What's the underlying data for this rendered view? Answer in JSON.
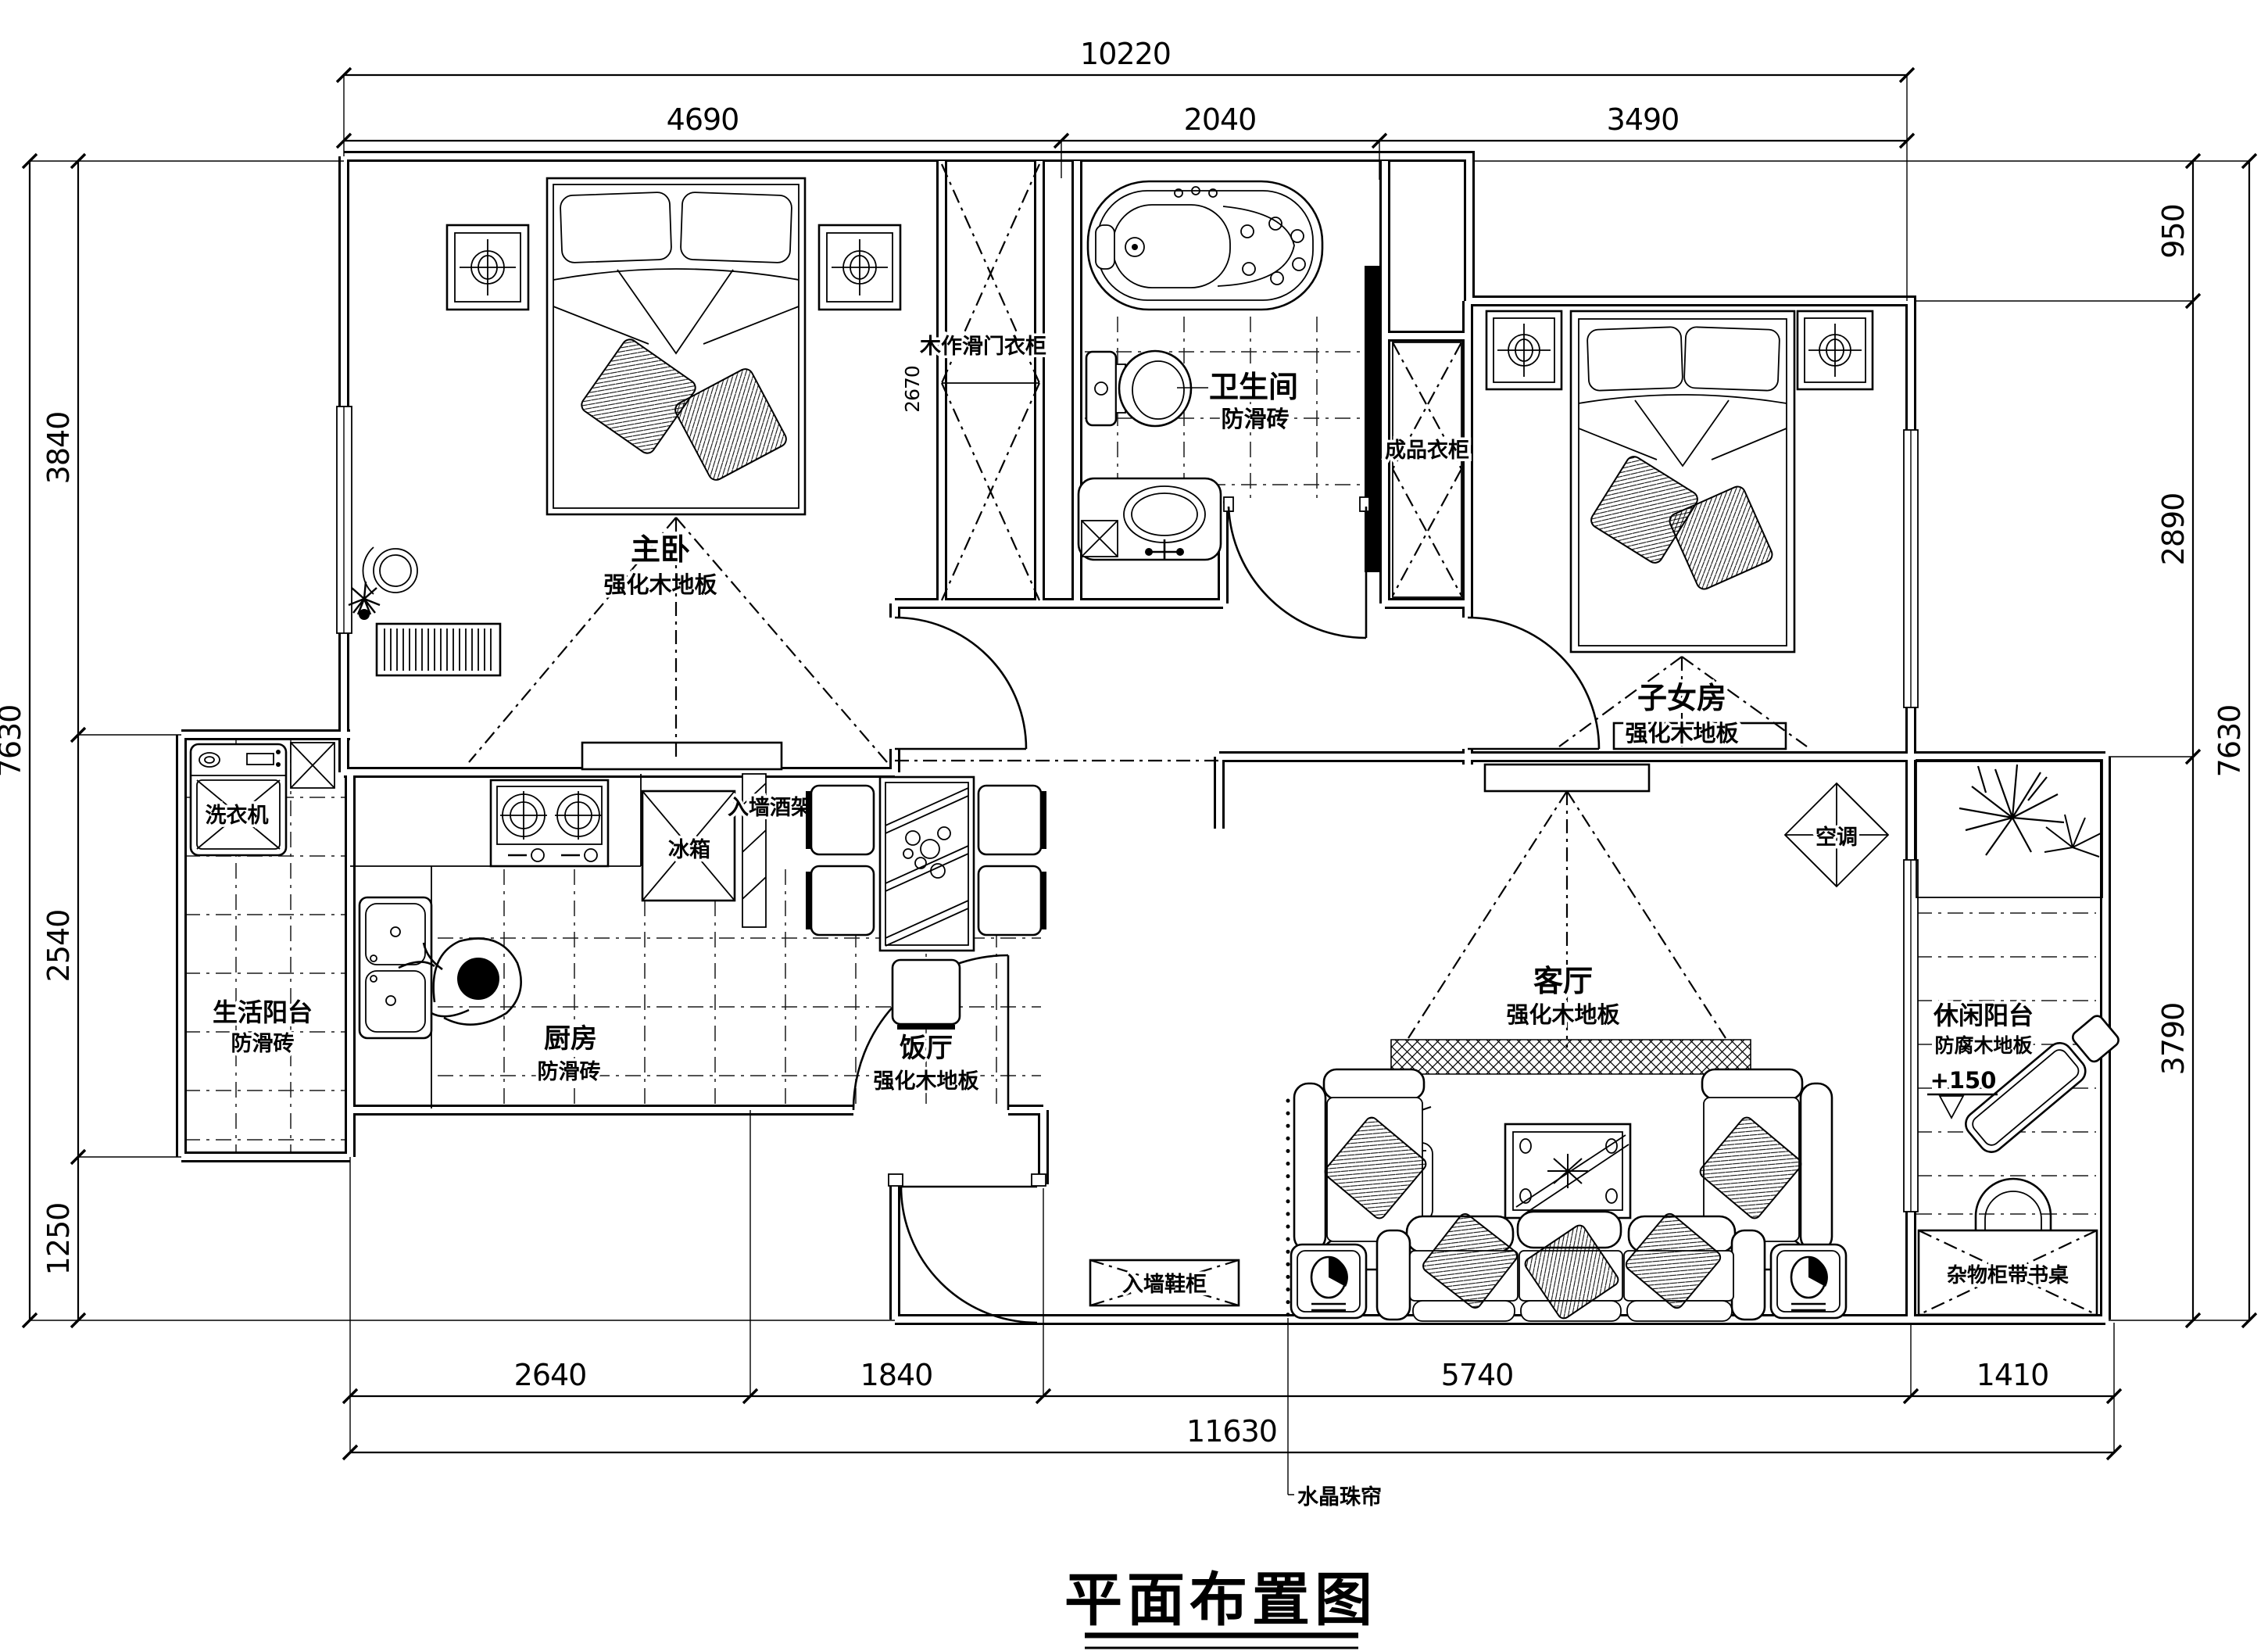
{
  "title": {
    "text": "平面布置图"
  },
  "dims": {
    "top": {
      "overall": "10220",
      "segs": [
        "4690",
        "2040",
        "3490"
      ]
    },
    "bottom": {
      "overall": "11630",
      "segs": [
        "2640",
        "1840",
        "5740",
        "1410"
      ]
    },
    "left": {
      "overall": "7630",
      "segs": [
        "3840",
        "2540",
        "1250"
      ]
    },
    "right": {
      "overall": "7630",
      "segs": [
        "950",
        "2890",
        "3790"
      ]
    },
    "wardrobe_depth": "2670",
    "balcony_level": "+150"
  },
  "rooms": {
    "master": {
      "name": "主卧",
      "floor": "强化木地板"
    },
    "bath": {
      "name": "卫生间",
      "floor": "防滑砖"
    },
    "kids": {
      "name": "子女房",
      "floor": "强化木地板"
    },
    "living": {
      "name": "客厅",
      "floor": "强化木地板"
    },
    "dining": {
      "name": "饭厅",
      "floor": "强化木地板"
    },
    "kitchen": {
      "name": "厨房",
      "floor": "防滑砖"
    },
    "service_balcony": {
      "name": "生活阳台",
      "floor": "防滑砖"
    },
    "leisure_balcony": {
      "name": "休闲阳台",
      "floor": "防腐木地板"
    }
  },
  "labels": {
    "washer": "洗衣机",
    "fridge": "冰箱",
    "wine_rack": "入墙酒架",
    "sliding_wardrobe": "木作滑门衣柜",
    "ready_wardrobe": "成品衣柜",
    "ac": "空调",
    "shoe_cabinet": "入墙鞋柜",
    "storage_desk": "杂物柜带书桌",
    "bead_curtain": "水晶珠帘"
  }
}
